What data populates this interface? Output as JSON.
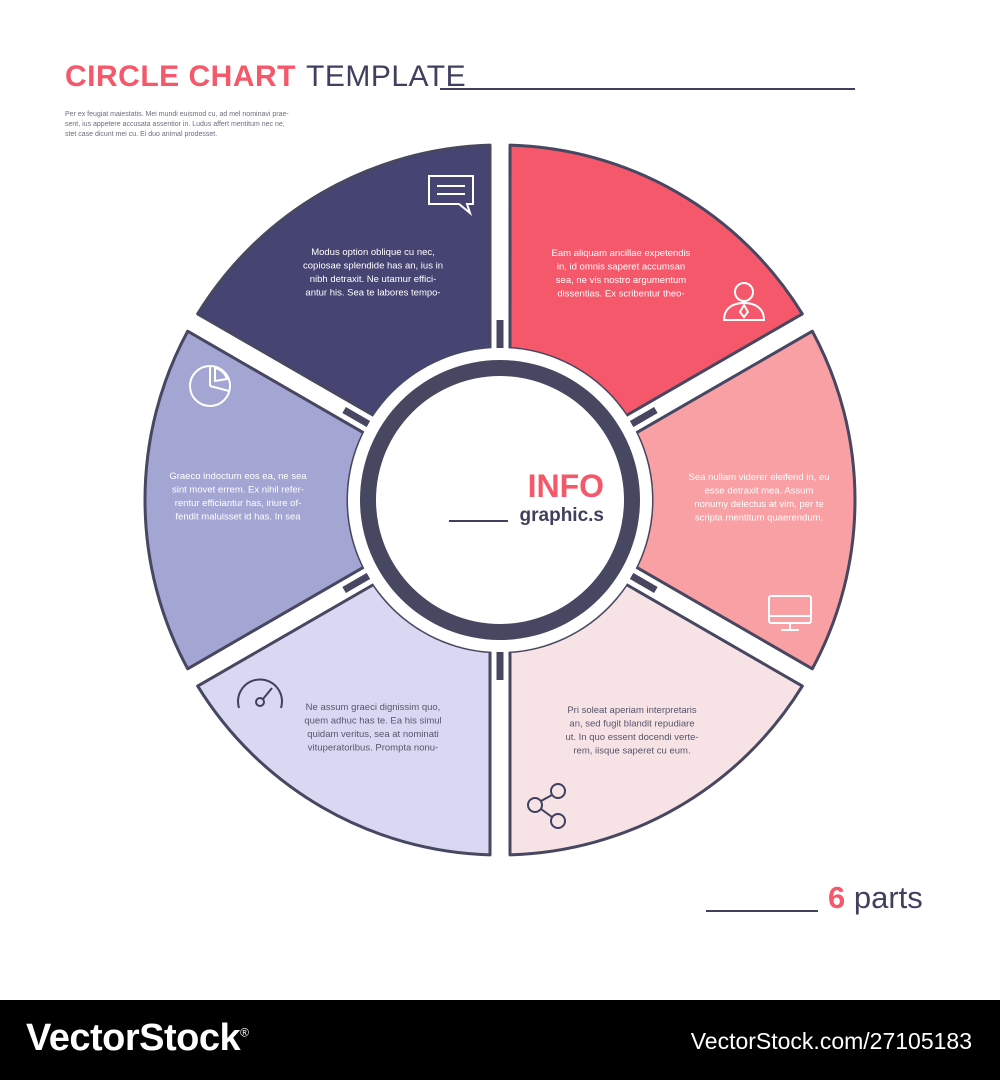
{
  "title": {
    "accent": "CIRCLE CHART",
    "rest": "TEMPLATE"
  },
  "intro_lines": [
    "Per ex feugiat maiestatis. Mei mundi euismod cu, ad mel nominavi prae-",
    "sent, ius appetere accusata assentior in. Ludus affert mentitum nec ne,",
    "stet case dicunt mei cu. Ei duo animal prodesset."
  ],
  "center": {
    "main": "INFO",
    "sub": "graphic.s"
  },
  "parts": {
    "count": "6",
    "label": "parts"
  },
  "colors": {
    "accent": "#f4586a",
    "dark": "#3f3f60",
    "stroke": "#474761"
  },
  "segments": [
    {
      "color": "#f4586a",
      "icon": "user-icon",
      "text_color": "#ffffff",
      "lines": [
        "Eam aliquam ancillae expetendis",
        "in, id omnis saperet accumsan",
        "sea, ne vis nostro argumentum",
        "dissentias. Ex scribentur theo-"
      ]
    },
    {
      "color": "#f8a0a4",
      "icon": "none",
      "text_color": "#ffffff",
      "lines": [
        "Sea nullam viderer eleifend in, eu",
        "esse detraxit mea. Assum",
        "nonumy delectus at vim, per te",
        "scripta mentitum quaerendum."
      ]
    },
    {
      "color": "#f7e3e5",
      "icon": "share-icon",
      "text_color": "#55556b",
      "lines": [
        "Pri soleat aperiam interpretaris",
        "an, sed fugit blandit repudiare",
        "ut. In quo essent docendi verte-",
        "rem, iisque saperet cu eum."
      ]
    },
    {
      "color": "#d8d8f2",
      "icon": "speedometer-icon",
      "text_color": "#55556b",
      "lines": [
        "Ne assum graeci dignissim quo,",
        "quem adhuc has te. Ea his simul",
        "quidam veritus, sea at nominati",
        "vituperatoribus. Prompta nonu-"
      ]
    },
    {
      "color": "#a3a5d3",
      "icon": "pie-chart-icon",
      "text_color": "#ffffff",
      "lines": [
        "Graeco indoctum eos ea, ne sea",
        "sint movet errem. Ex nihil refer-",
        "rentur efficiantur has, iriure of-",
        "fendit maluisset id has. In sea"
      ]
    },
    {
      "color": "#454472",
      "icon": "chat-icon",
      "text_color": "#ffffff",
      "lines": [
        "Modus option oblique cu nec,",
        "copiosae splendide has an, ius in",
        "nibh detraxit. Ne utamur effici-",
        "antur his. Sea te labores tempo-"
      ]
    }
  ],
  "monitor_icon": "monitor-icon",
  "footer": {
    "logo": "VectorStock",
    "reg": "®",
    "id": "VectorStock.com/27105183"
  }
}
